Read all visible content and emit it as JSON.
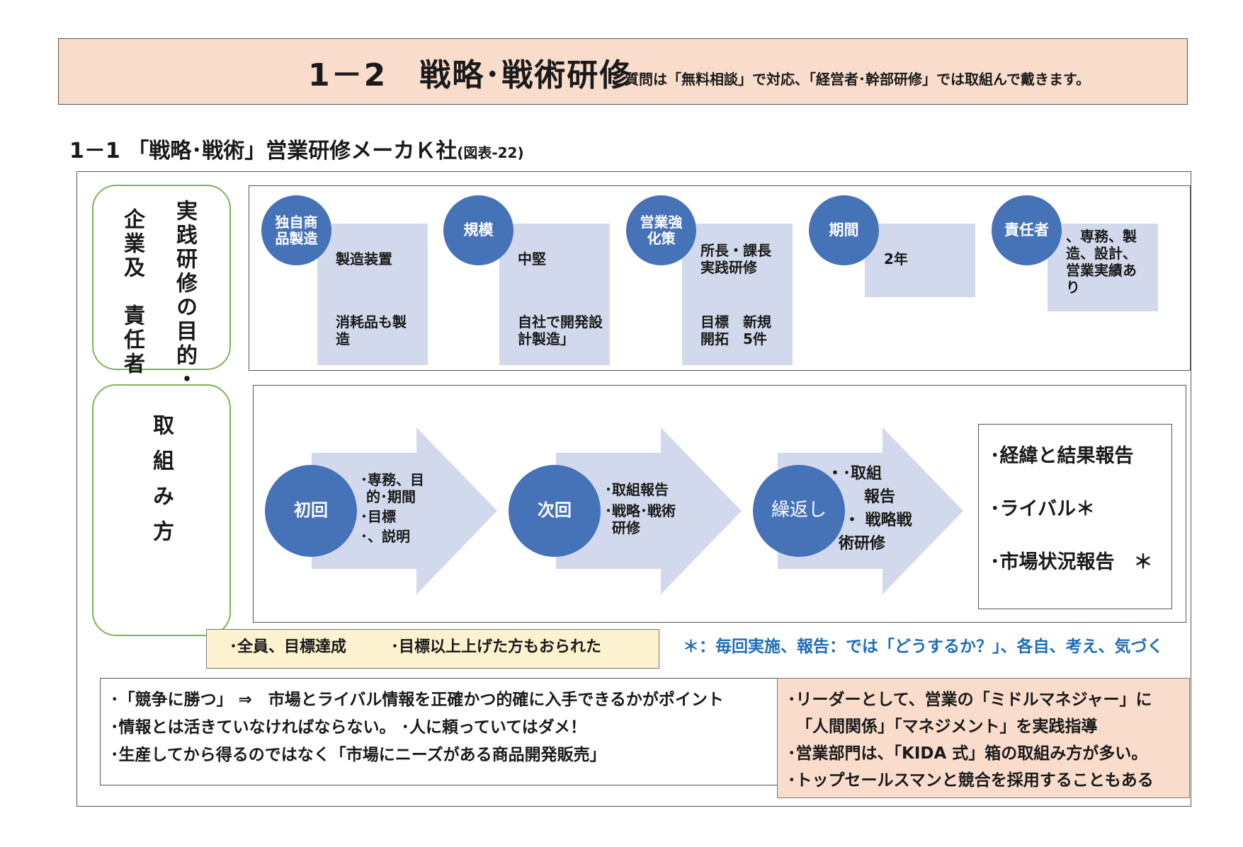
{
  "header": {
    "title": "1－2　戦略･戦術研修",
    "note": "ご質問は「無料相談」で対応、「経営者･幹部研修」では取組んで戴きます。"
  },
  "section": {
    "title": "1－1 「戦略･戦術」営業研修メーカＫ社",
    "figure_ref": "(図表-22)"
  },
  "side_top": {
    "col1": "実践研修の目的・",
    "col2": "企業及　責任者"
  },
  "side_bottom": {
    "label": "取組み方"
  },
  "profile": [
    {
      "circle": "独自商品製造",
      "text1": "製造装置",
      "text2": "消耗品も製造"
    },
    {
      "circle": "規模",
      "text1": "中堅",
      "text2": "自社で開発設計製造」"
    },
    {
      "circle": "営業強化策",
      "text1": "所長・課長実践研修",
      "text2": "目標　新規開拓　5件"
    },
    {
      "circle": "期間",
      "text1": "2年"
    },
    {
      "circle": "責任者",
      "text1": "、専務、製造、設計、営業実績あり"
    }
  ],
  "steps": [
    {
      "circle": "初回",
      "lines": [
        "･専務、目",
        "的･期間",
        "･目標",
        "･、説明"
      ]
    },
    {
      "circle": "次回",
      "lines": [
        "･取組報告",
        "･戦略･戦術",
        "研修"
      ]
    },
    {
      "circle": "繰返し",
      "lines": [
        "・･取組",
        "報告",
        "・ 戦略戦",
        "術研修"
      ]
    }
  ],
  "report_box": {
    "items": [
      "･経緯と結果報告",
      "･ライバル＊",
      "･市場状況報告　＊"
    ]
  },
  "result": {
    "text1": "･全員、目標達成",
    "text2": "･目標以上上げた方もおられた"
  },
  "asterisk_note": "＊：毎回実施、報告：では「どうするか？」、各自、考え、気づく",
  "bottom_left": {
    "lines": [
      "･「競争に勝つ」 ⇒　市場とライバル情報を正確かつ的確に入手できるかがポイント",
      "･情報とは活きていなければならない。 ･人に頼っていてはダメ！",
      "･生産してから得るのではなく「市場にニーズがある商品開発販売」"
    ]
  },
  "bottom_right": {
    "lines": [
      "･リーダーとして、営業の「ミドルマネジャー」に",
      "「人間関係」「マネジメント」を実践指導",
      "･営業部門は、「KIDA 式」箱の取組み方が多い。",
      "･トップセールスマンと競合を採用することもある"
    ]
  },
  "colors": {
    "header_bg": "#f9dccb",
    "circle": "#4672b7",
    "card": "#d3d9ec",
    "side_border": "#7fb15a",
    "result_bg": "#fdf2cf",
    "note_text": "#1f6eb8"
  }
}
